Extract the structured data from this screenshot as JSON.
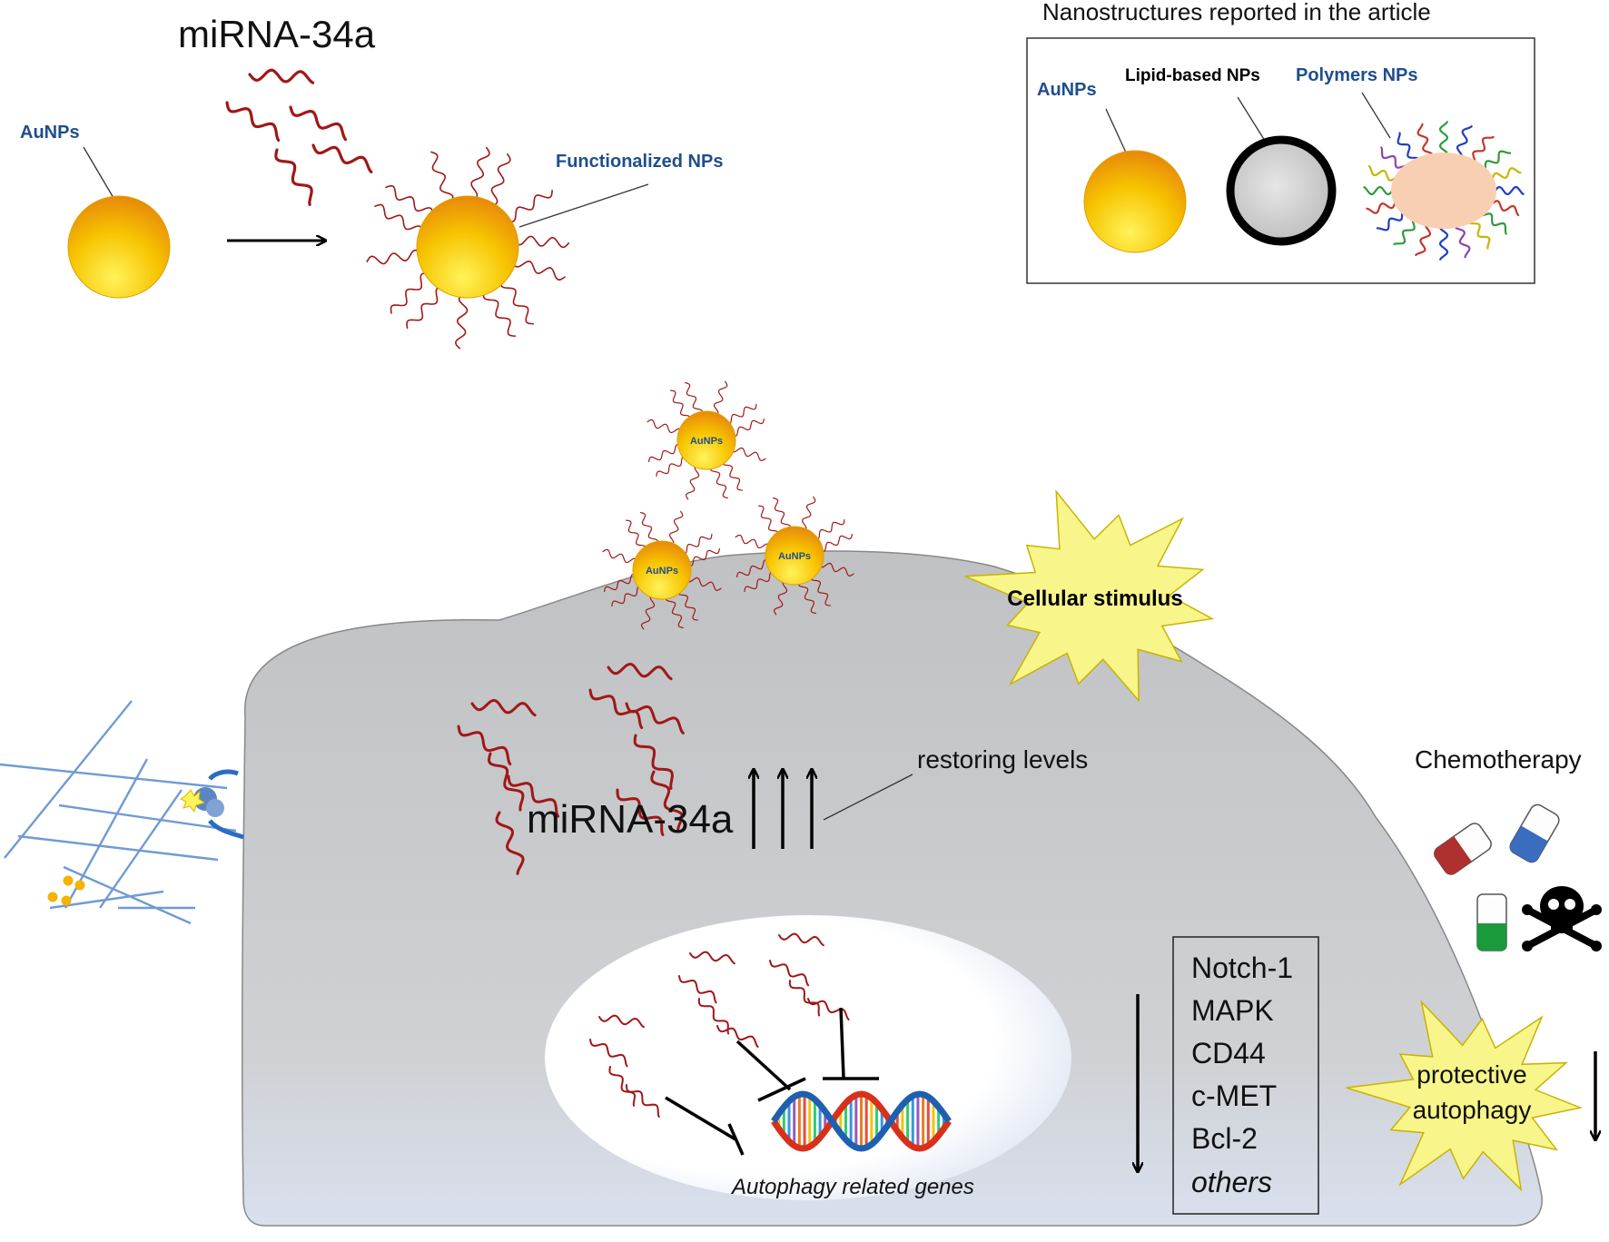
{
  "top": {
    "mirna_title": "miRNA-34a",
    "aunp_label": "AuNPs",
    "functionalized_label": "Functionalized NPs"
  },
  "legend": {
    "title": "Nanostructures reported in the article",
    "items": [
      {
        "label": "AuNPs",
        "color": "#1f4e8c"
      },
      {
        "label": "Lipid-based NPs",
        "color": "#000000"
      },
      {
        "label": "Polymers NPs",
        "color": "#1f4e8c"
      }
    ]
  },
  "cell": {
    "np_label": "AuNPs",
    "stimulus": "Cellular stimulus",
    "restoring": "restoring levels",
    "mirna_label": "miRNA-34a",
    "genes_label": "Autophagy related genes",
    "targets": [
      "Notch-1",
      "MAPK",
      "CD44",
      "c-MET",
      "Bcl-2"
    ],
    "targets_other": "others"
  },
  "chemo": {
    "title": "Chemotherapy",
    "autophagy_line1": "protective",
    "autophagy_line2": "autophagy"
  },
  "colors": {
    "mirna": "#a01818",
    "gold": "#f4b400",
    "cell": "#c6c7c9",
    "matrix": "#6f9bd2",
    "label_blue": "#1f4e8c",
    "burst": "#f8f58a"
  }
}
